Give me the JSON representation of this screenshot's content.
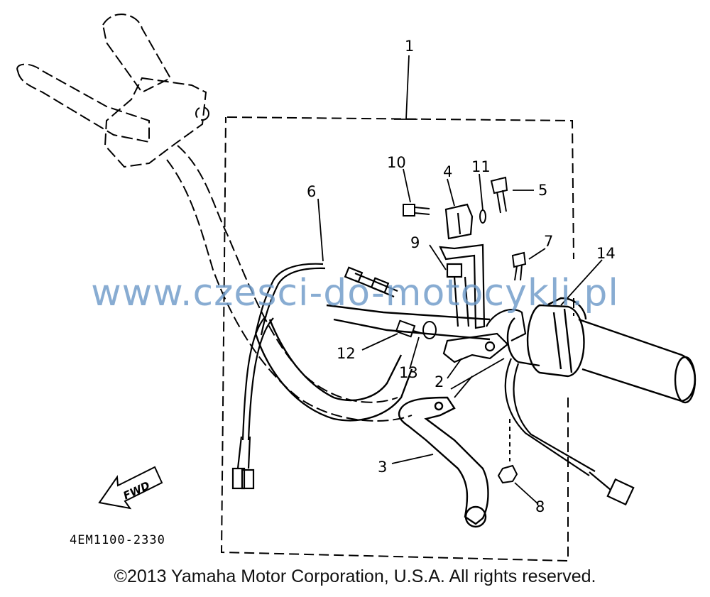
{
  "diagram": {
    "callouts": [
      {
        "id": "c1",
        "text": "1"
      },
      {
        "id": "c2",
        "text": "2"
      },
      {
        "id": "c3",
        "text": "3"
      },
      {
        "id": "c4",
        "text": "4"
      },
      {
        "id": "c5",
        "text": "5"
      },
      {
        "id": "c6",
        "text": "6"
      },
      {
        "id": "c7",
        "text": "7"
      },
      {
        "id": "c8",
        "text": "8"
      },
      {
        "id": "c9",
        "text": "9"
      },
      {
        "id": "c10",
        "text": "10"
      },
      {
        "id": "c11",
        "text": "11"
      },
      {
        "id": "c12",
        "text": "12"
      },
      {
        "id": "c13",
        "text": "13"
      },
      {
        "id": "c14",
        "text": "14"
      }
    ],
    "part_code": "4EM1100-2330",
    "direction_label": "FWD"
  },
  "watermark": "www.czesci-do-motocykli.pl",
  "copyright": "©2013 Yamaha Motor Corporation, U.S.A. All rights reserved."
}
